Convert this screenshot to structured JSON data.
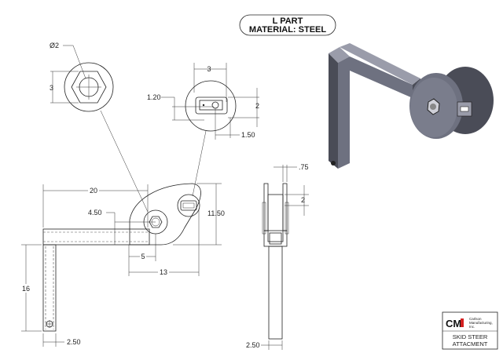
{
  "title": {
    "line1": "L PART",
    "line2": "MATERIAL: STEEL"
  },
  "detail_hex": {
    "diameter": "Ø2",
    "height": "3"
  },
  "detail_slot": {
    "width": "3",
    "offset": "1.20",
    "height": "2",
    "depth": "1.50"
  },
  "front_view": {
    "length": "20",
    "hole_height": "4.50",
    "plate_height": "11.50",
    "hole_offset": "5",
    "slot_offset": "13",
    "leg_length": "16",
    "leg_width": "2.50"
  },
  "side_view": {
    "plate_thickness": ".75",
    "slot_height": "2",
    "tube_width": "2.50"
  },
  "title_block": {
    "logo": "CMI",
    "company": "Carlson Manufacturing, Inc.",
    "line1": "SKID STEER",
    "line2": "ATTACMENT"
  },
  "colors": {
    "part_face": "#6e7180",
    "part_dark": "#4a4c57",
    "part_light": "#9a9caa",
    "logo_red": "#d42020"
  }
}
